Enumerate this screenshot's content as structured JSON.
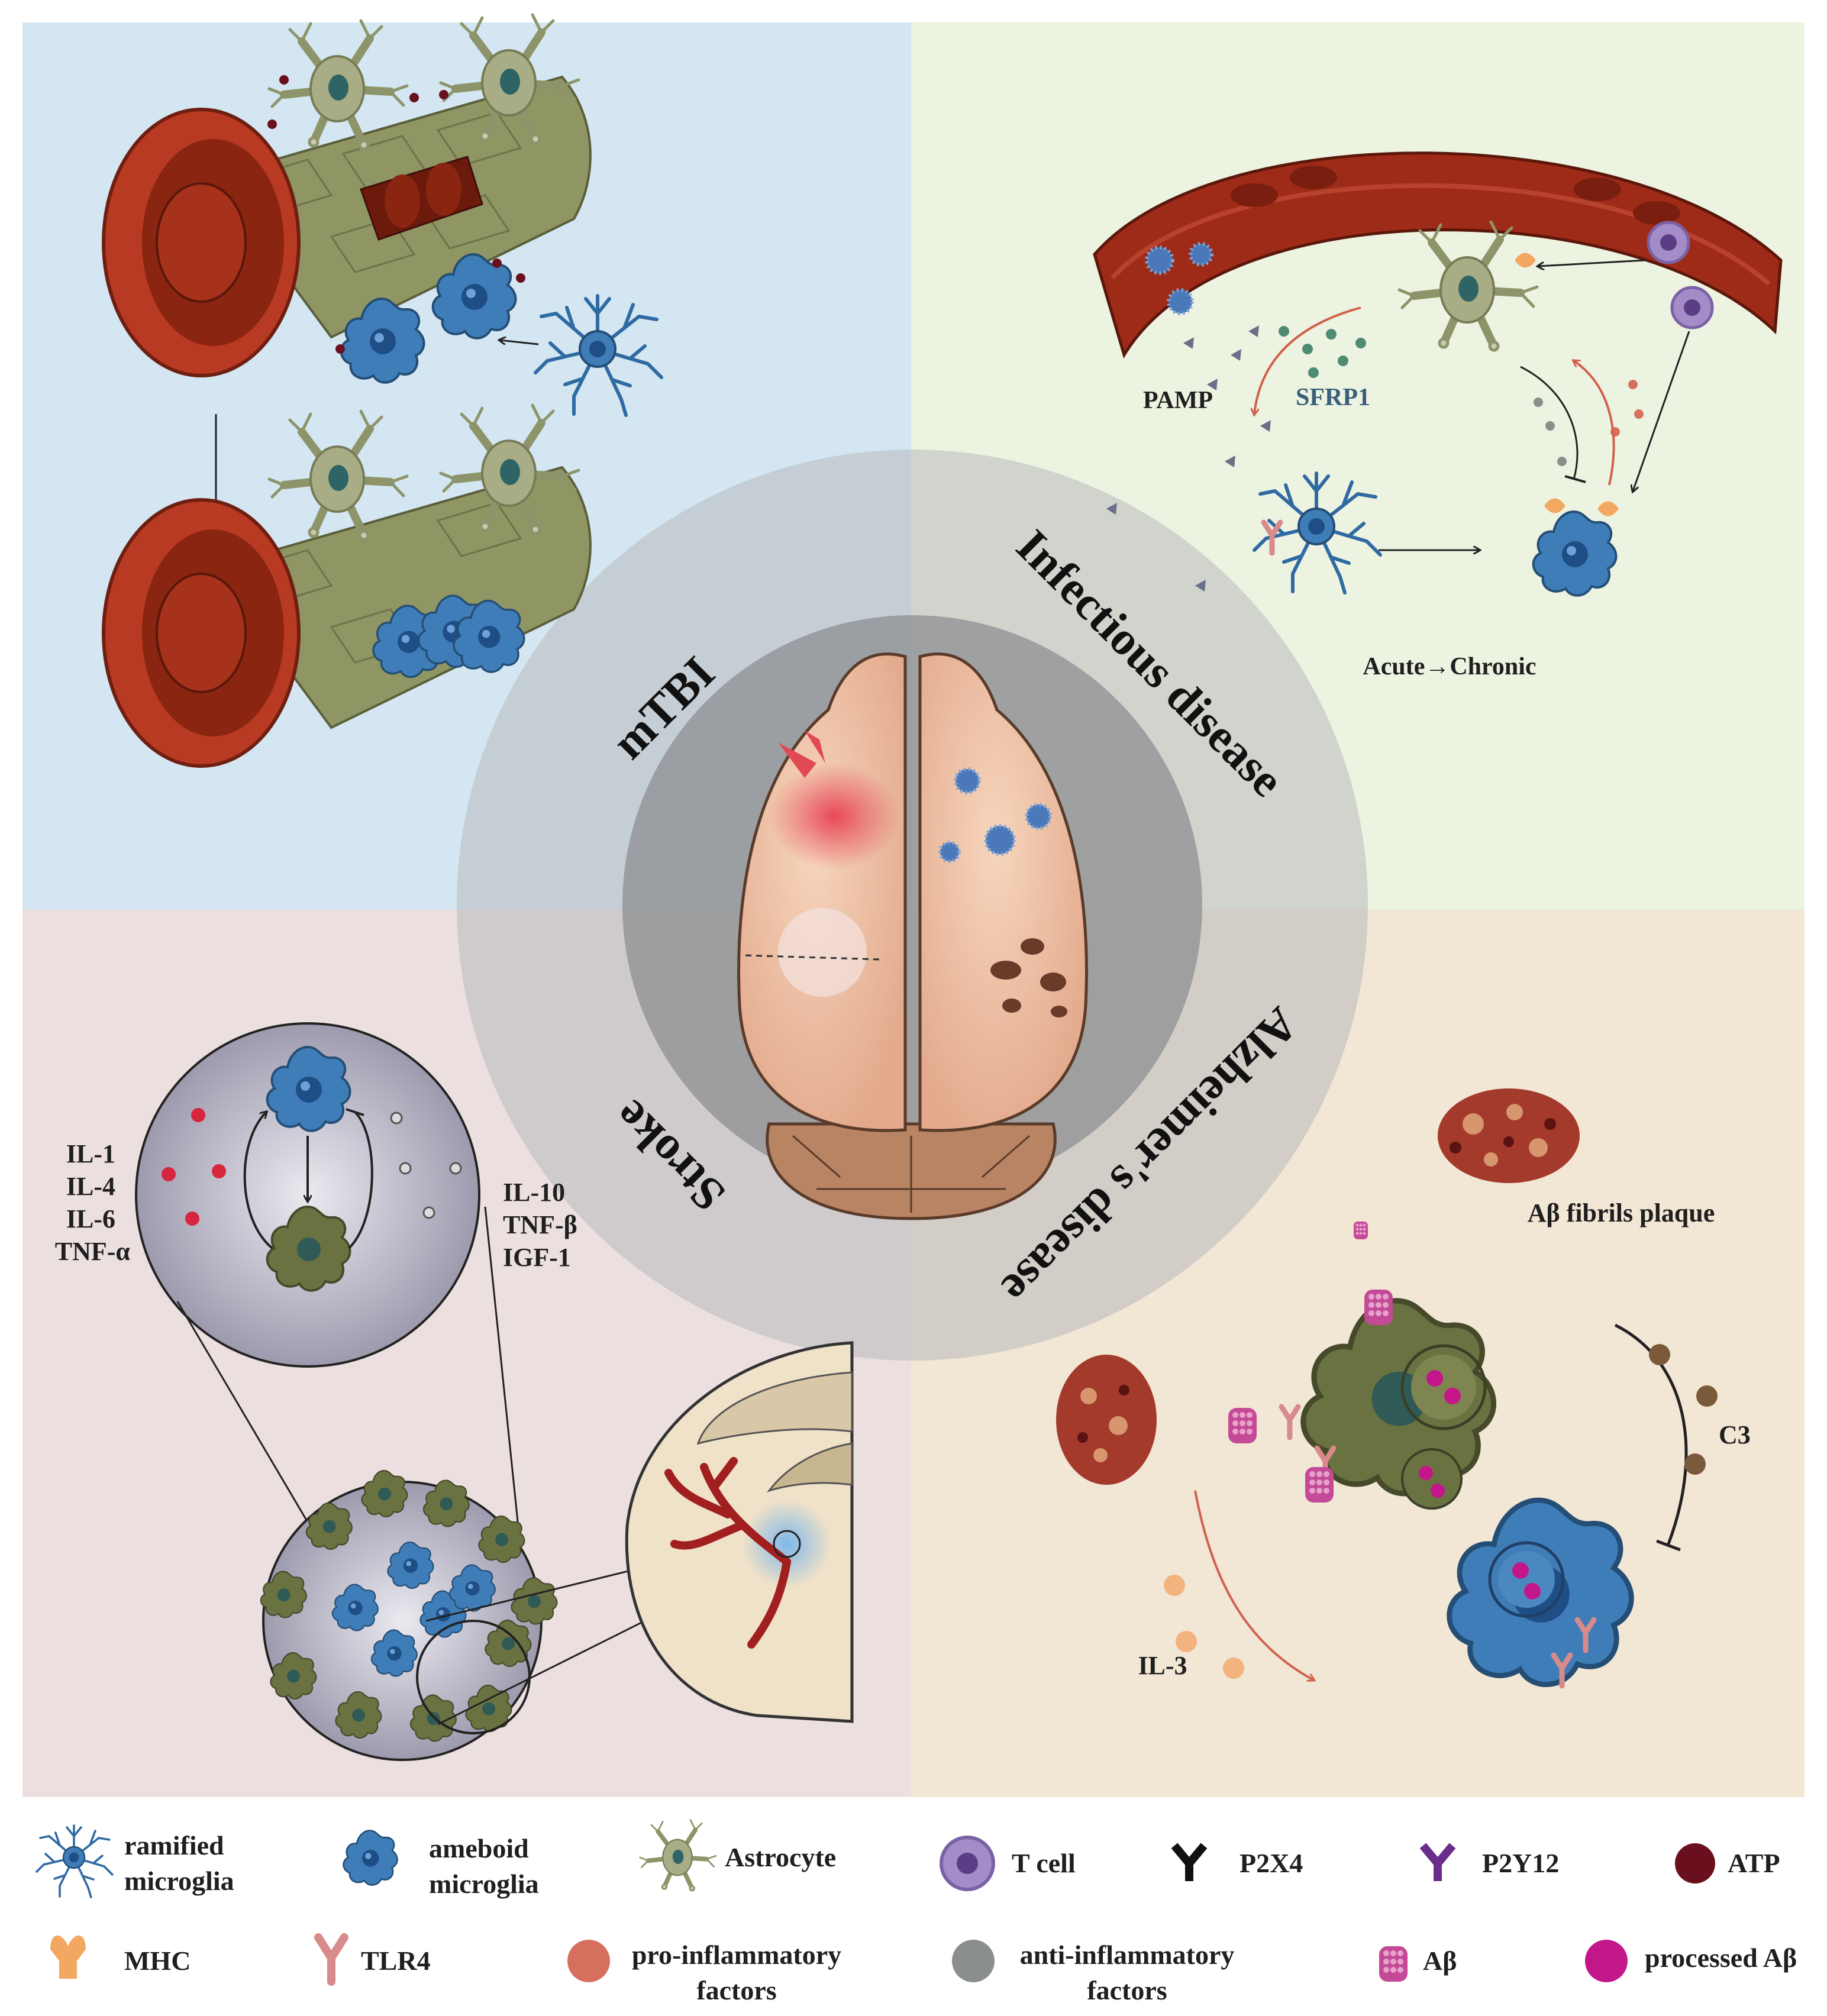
{
  "quadrants": {
    "mtbi": {
      "label": "mTBI"
    },
    "infectious": {
      "label": "Infectious disease",
      "pamp_label": "PAMP",
      "sfrp1_label": "SFRP1",
      "phase_label": "Acute→Chronic"
    },
    "stroke": {
      "label": "Stroke",
      "pro_factors": [
        "IL-1",
        "IL-4",
        "IL-6",
        "TNF-α"
      ],
      "anti_factors": [
        "IL-10",
        "TNF-β",
        "IGF-1"
      ]
    },
    "alzheimers": {
      "label": "Alzheimer's disease",
      "plaque_label": "Aβ fibrils plaque",
      "c3_label": "C3",
      "il3_label": "IL-3"
    }
  },
  "legend": {
    "row1": [
      {
        "icon": "ramified-microglia-icon",
        "label_lines": [
          "ramified",
          "microglia"
        ]
      },
      {
        "icon": "ameboid-microglia-icon",
        "label_lines": [
          "ameboid",
          "microglia"
        ]
      },
      {
        "icon": "astrocyte-icon",
        "label_lines": [
          "Astrocyte"
        ]
      },
      {
        "icon": "t-cell-icon",
        "label_lines": [
          "T cell"
        ]
      },
      {
        "icon": "p2x4-receptor-icon",
        "label_lines": [
          "P2X4"
        ]
      },
      {
        "icon": "p2y12-receptor-icon",
        "label_lines": [
          "P2Y12"
        ]
      },
      {
        "icon": "atp-icon",
        "label_lines": [
          "ATP"
        ]
      }
    ],
    "row2": [
      {
        "icon": "mhc-icon",
        "label_lines": [
          "MHC"
        ]
      },
      {
        "icon": "tlr4-receptor-icon",
        "label_lines": [
          "TLR4"
        ]
      },
      {
        "icon": "pro-inflammatory-factor-icon",
        "label_lines": [
          "pro-inflammatory",
          "factors"
        ]
      },
      {
        "icon": "anti-inflammatory-factor-icon",
        "label_lines": [
          "anti-inflammatory",
          "factors"
        ]
      },
      {
        "icon": "amyloid-beta-icon",
        "label_lines": [
          "Aβ"
        ]
      },
      {
        "icon": "processed-amyloid-beta-icon",
        "label_lines": [
          "processed Aβ"
        ]
      }
    ]
  },
  "colors": {
    "mtbi_bg": "#d3e6f1",
    "infectious_bg": "#edf3e1",
    "stroke_bg": "#ecdfdf",
    "alzheimers_bg": "#f2e6d5",
    "microglia_blue": "#3f7db8",
    "astrocyte_green": "#a8ad85",
    "vessel_red": "#b83a22",
    "pro_inflammatory": "#d6705e",
    "anti_inflammatory": "#8a8f8c",
    "atp": "#6a0f1e",
    "processed_abeta": "#c3168a",
    "mhc": "#f2a860",
    "tlr4": "#d98a8a",
    "tcell": "#a48cc9",
    "p2y12": "#6a2d8c"
  }
}
